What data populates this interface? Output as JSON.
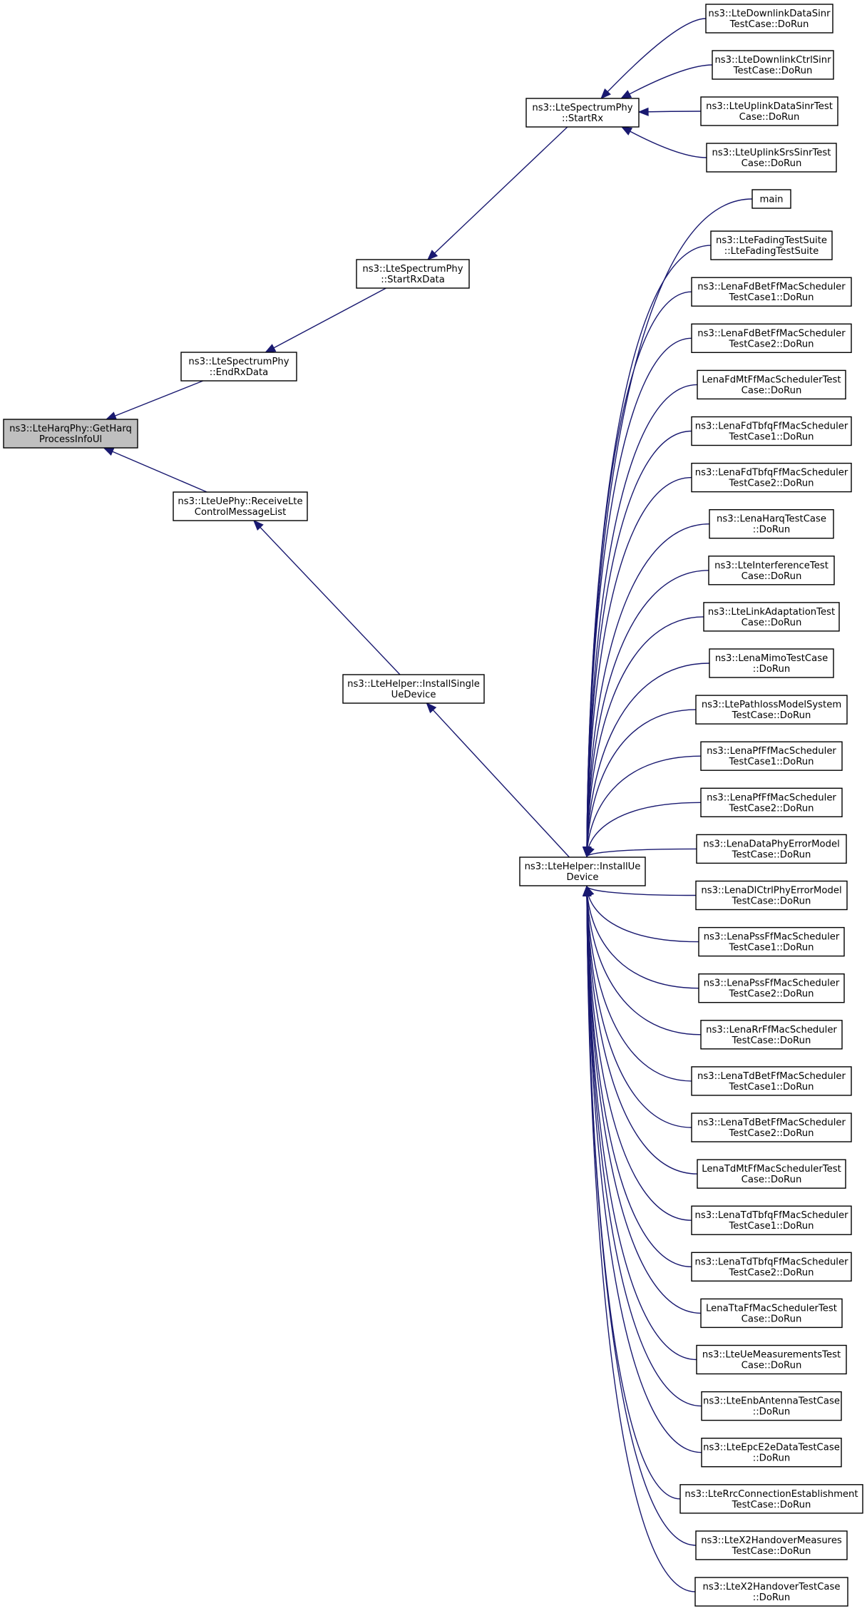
{
  "graph": {
    "colors": {
      "edge": "#191970",
      "node_border": "#000000",
      "root_fill": "#bfbfbf",
      "node_fill": "#ffffff"
    },
    "nodes": [
      {
        "id": "root",
        "lines": [
          "ns3::LteHarqPhy::GetHarq",
          "ProcessInfoUl"
        ]
      },
      {
        "id": "endrx",
        "lines": [
          "ns3::LteSpectrumPhy",
          "::EndRxData"
        ]
      },
      {
        "id": "startrxdata",
        "lines": [
          "ns3::LteSpectrumPhy",
          "::StartRxData"
        ]
      },
      {
        "id": "startrx",
        "lines": [
          "ns3::LteSpectrumPhy",
          "::StartRx"
        ]
      },
      {
        "id": "dl_data_sinr",
        "lines": [
          "ns3::LteDownlinkDataSinr",
          "TestCase::DoRun"
        ]
      },
      {
        "id": "dl_ctrl_sinr",
        "lines": [
          "ns3::LteDownlinkCtrlSinr",
          "TestCase::DoRun"
        ]
      },
      {
        "id": "ul_data_sinr",
        "lines": [
          "ns3::LteUplinkDataSinrTest",
          "Case::DoRun"
        ]
      },
      {
        "id": "ul_srs_sinr",
        "lines": [
          "ns3::LteUplinkSrsSinrTest",
          "Case::DoRun"
        ]
      },
      {
        "id": "receive_ctrl",
        "lines": [
          "ns3::LteUePhy::ReceiveLte",
          "ControlMessageList"
        ]
      },
      {
        "id": "install_single",
        "lines": [
          "ns3::LteHelper::InstallSingle",
          "UeDevice"
        ]
      },
      {
        "id": "install_ue",
        "lines": [
          "ns3::LteHelper::InstallUe",
          "Device"
        ]
      },
      {
        "id": "c00",
        "lines": [
          "main"
        ]
      },
      {
        "id": "c01",
        "lines": [
          "ns3::LteFadingTestSuite",
          "::LteFadingTestSuite"
        ]
      },
      {
        "id": "c02",
        "lines": [
          "ns3::LenaFdBetFfMacScheduler",
          "TestCase1::DoRun"
        ]
      },
      {
        "id": "c03",
        "lines": [
          "ns3::LenaFdBetFfMacScheduler",
          "TestCase2::DoRun"
        ]
      },
      {
        "id": "c04",
        "lines": [
          "LenaFdMtFfMacSchedulerTest",
          "Case::DoRun"
        ]
      },
      {
        "id": "c05",
        "lines": [
          "ns3::LenaFdTbfqFfMacScheduler",
          "TestCase1::DoRun"
        ]
      },
      {
        "id": "c06",
        "lines": [
          "ns3::LenaFdTbfqFfMacScheduler",
          "TestCase2::DoRun"
        ]
      },
      {
        "id": "c07",
        "lines": [
          "ns3::LenaHarqTestCase",
          "::DoRun"
        ]
      },
      {
        "id": "c08",
        "lines": [
          "ns3::LteInterferenceTest",
          "Case::DoRun"
        ]
      },
      {
        "id": "c09",
        "lines": [
          "ns3::LteLinkAdaptationTest",
          "Case::DoRun"
        ]
      },
      {
        "id": "c10",
        "lines": [
          "ns3::LenaMimoTestCase",
          "::DoRun"
        ]
      },
      {
        "id": "c11",
        "lines": [
          "ns3::LtePathlossModelSystem",
          "TestCase::DoRun"
        ]
      },
      {
        "id": "c12",
        "lines": [
          "ns3::LenaPfFfMacScheduler",
          "TestCase1::DoRun"
        ]
      },
      {
        "id": "c13",
        "lines": [
          "ns3::LenaPfFfMacScheduler",
          "TestCase2::DoRun"
        ]
      },
      {
        "id": "c14",
        "lines": [
          "ns3::LenaDataPhyErrorModel",
          "TestCase::DoRun"
        ]
      },
      {
        "id": "c15",
        "lines": [
          "ns3::LenaDlCtrlPhyErrorModel",
          "TestCase::DoRun"
        ]
      },
      {
        "id": "c16",
        "lines": [
          "ns3::LenaPssFfMacScheduler",
          "TestCase1::DoRun"
        ]
      },
      {
        "id": "c17",
        "lines": [
          "ns3::LenaPssFfMacScheduler",
          "TestCase2::DoRun"
        ]
      },
      {
        "id": "c18",
        "lines": [
          "ns3::LenaRrFfMacScheduler",
          "TestCase::DoRun"
        ]
      },
      {
        "id": "c19",
        "lines": [
          "ns3::LenaTdBetFfMacScheduler",
          "TestCase1::DoRun"
        ]
      },
      {
        "id": "c20",
        "lines": [
          "ns3::LenaTdBetFfMacScheduler",
          "TestCase2::DoRun"
        ]
      },
      {
        "id": "c21",
        "lines": [
          "LenaTdMtFfMacSchedulerTest",
          "Case::DoRun"
        ]
      },
      {
        "id": "c22",
        "lines": [
          "ns3::LenaTdTbfqFfMacScheduler",
          "TestCase1::DoRun"
        ]
      },
      {
        "id": "c23",
        "lines": [
          "ns3::LenaTdTbfqFfMacScheduler",
          "TestCase2::DoRun"
        ]
      },
      {
        "id": "c24",
        "lines": [
          "LenaTtaFfMacSchedulerTest",
          "Case::DoRun"
        ]
      },
      {
        "id": "c25",
        "lines": [
          "ns3::LteUeMeasurementsTest",
          "Case::DoRun"
        ]
      },
      {
        "id": "c26",
        "lines": [
          "ns3::LteEnbAntennaTestCase",
          "::DoRun"
        ]
      },
      {
        "id": "c27",
        "lines": [
          "ns3::LteEpcE2eDataTestCase",
          "::DoRun"
        ]
      },
      {
        "id": "c28",
        "lines": [
          "ns3::LteRrcConnectionEstablishment",
          "TestCase::DoRun"
        ]
      },
      {
        "id": "c29",
        "lines": [
          "ns3::LteX2HandoverMeasures",
          "TestCase::DoRun"
        ]
      },
      {
        "id": "c30",
        "lines": [
          "ns3::LteX2HandoverTestCase",
          "::DoRun"
        ]
      }
    ],
    "edges": [
      {
        "from": "endrx",
        "to": "root"
      },
      {
        "from": "receive_ctrl",
        "to": "root"
      },
      {
        "from": "startrxdata",
        "to": "endrx"
      },
      {
        "from": "startrx",
        "to": "startrxdata"
      },
      {
        "from": "dl_data_sinr",
        "to": "startrx"
      },
      {
        "from": "dl_ctrl_sinr",
        "to": "startrx"
      },
      {
        "from": "ul_data_sinr",
        "to": "startrx"
      },
      {
        "from": "ul_srs_sinr",
        "to": "startrx"
      },
      {
        "from": "install_single",
        "to": "receive_ctrl"
      },
      {
        "from": "install_ue",
        "to": "install_single"
      },
      {
        "from": "c00",
        "to": "install_ue"
      },
      {
        "from": "c01",
        "to": "install_ue"
      },
      {
        "from": "c02",
        "to": "install_ue"
      },
      {
        "from": "c03",
        "to": "install_ue"
      },
      {
        "from": "c04",
        "to": "install_ue"
      },
      {
        "from": "c05",
        "to": "install_ue"
      },
      {
        "from": "c06",
        "to": "install_ue"
      },
      {
        "from": "c07",
        "to": "install_ue"
      },
      {
        "from": "c08",
        "to": "install_ue"
      },
      {
        "from": "c09",
        "to": "install_ue"
      },
      {
        "from": "c10",
        "to": "install_ue"
      },
      {
        "from": "c11",
        "to": "install_ue"
      },
      {
        "from": "c12",
        "to": "install_ue"
      },
      {
        "from": "c13",
        "to": "install_ue"
      },
      {
        "from": "c14",
        "to": "install_ue"
      },
      {
        "from": "c15",
        "to": "install_ue"
      },
      {
        "from": "c16",
        "to": "install_ue"
      },
      {
        "from": "c17",
        "to": "install_ue"
      },
      {
        "from": "c18",
        "to": "install_ue"
      },
      {
        "from": "c19",
        "to": "install_ue"
      },
      {
        "from": "c20",
        "to": "install_ue"
      },
      {
        "from": "c21",
        "to": "install_ue"
      },
      {
        "from": "c22",
        "to": "install_ue"
      },
      {
        "from": "c23",
        "to": "install_ue"
      },
      {
        "from": "c24",
        "to": "install_ue"
      },
      {
        "from": "c25",
        "to": "install_ue"
      },
      {
        "from": "c26",
        "to": "install_ue"
      },
      {
        "from": "c27",
        "to": "install_ue"
      },
      {
        "from": "c28",
        "to": "install_ue"
      },
      {
        "from": "c29",
        "to": "install_ue"
      },
      {
        "from": "c30",
        "to": "install_ue"
      }
    ]
  }
}
